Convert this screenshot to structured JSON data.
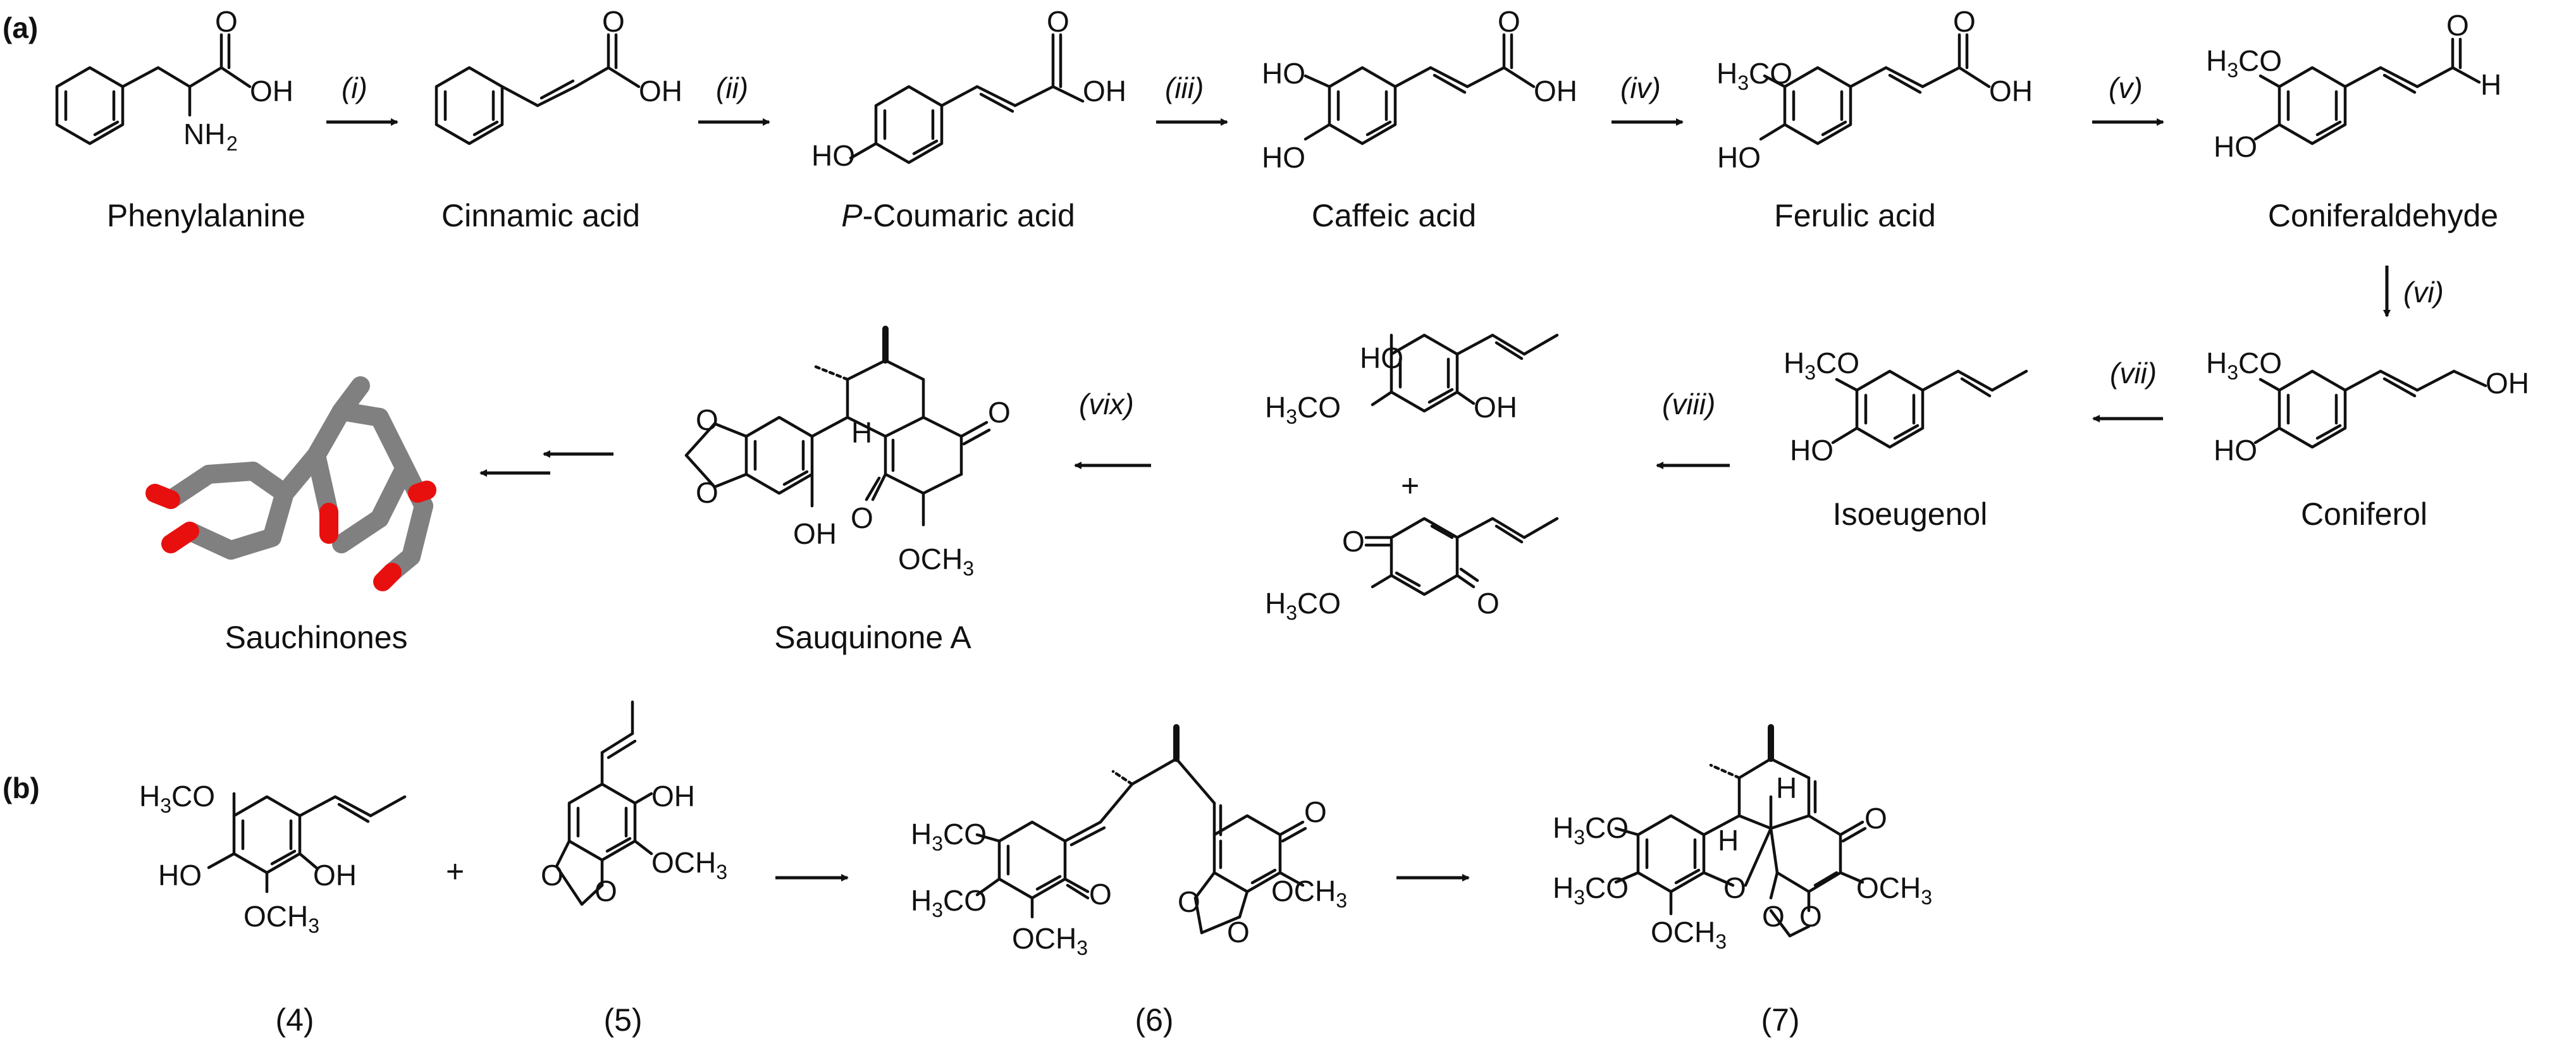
{
  "panels": {
    "a": "(a)",
    "b": "(b)"
  },
  "steps": {
    "i": "(i)",
    "ii": "(ii)",
    "iii": "(iii)",
    "iv": "(iv)",
    "v": "(v)",
    "vi": "(vi)",
    "vii": "(vii)",
    "viii": "(viii)",
    "vix": "(vix)"
  },
  "compounds": {
    "phenylalanine": "Phenylalanine",
    "cinnamic": "Cinnamic acid",
    "coumaric_prefix": "P",
    "coumaric_rest": "-Coumaric acid",
    "caffeic": "Caffeic acid",
    "ferulic": "Ferulic acid",
    "coniferaldehyde": "Coniferaldehyde",
    "coniferol": "Coniferol",
    "isoeugenol": "Isoeugenol",
    "sauquinone": "Sauquinone A",
    "sauchinones": "Sauchinones"
  },
  "labels_b": {
    "c4": "(4)",
    "c5": "(5)",
    "c6": "(6)",
    "c7": "(7)"
  },
  "atoms": {
    "O": "O",
    "OH": "OH",
    "HO": "HO",
    "NH2": "NH",
    "sub2": "2",
    "H3CO": "H",
    "three": "3",
    "CO": "CO",
    "OCH3": "OCH",
    "H": "H",
    "plus": "+"
  }
}
